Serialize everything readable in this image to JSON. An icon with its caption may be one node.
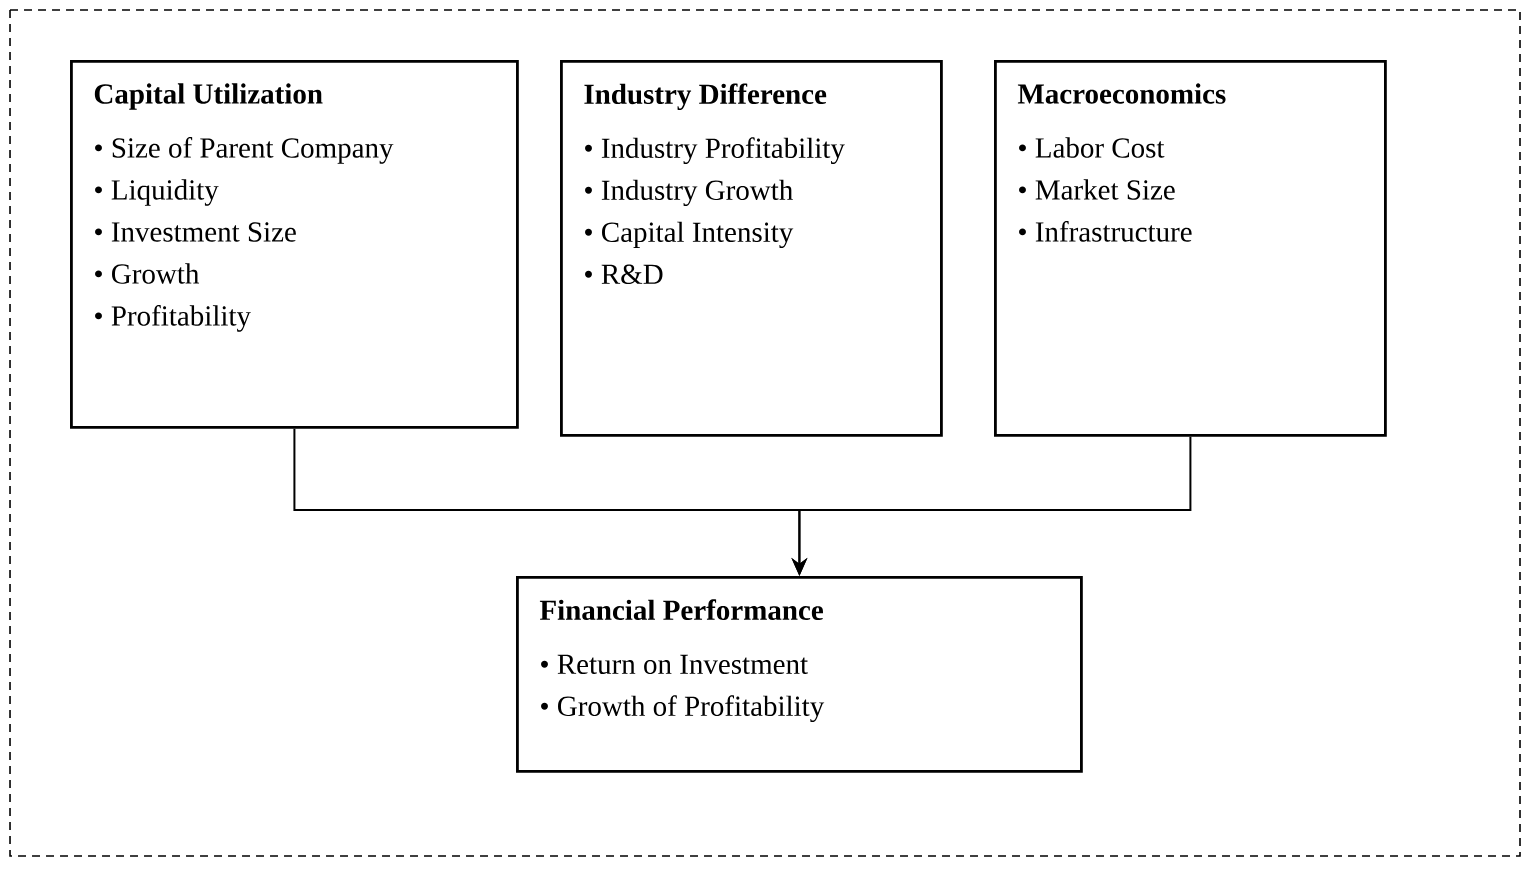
{
  "diagram": {
    "nodes": [
      {
        "text": [
          "Capital Utilization",
          "• Size of Parent Company",
          "• Liquidity",
          "• Investment Size",
          "• Growth",
          "• Profitability"
        ]
      },
      {
        "text": [
          "Industry Difference",
          "• Industry Profitability",
          "• Industry Growth",
          "• Capital Intensity",
          "• R&D"
        ]
      },
      {
        "text": [
          "Macroeconomics",
          "• Labor Cost",
          "• Market Size",
          "• Infrastructure"
        ]
      },
      {
        "text": [
          "Financial Performance",
          "• Return on Investment",
          "• Growth of Profitability"
        ]
      }
    ],
    "edges": [
      {
        "from": 0,
        "to": 3,
        "arrow": "to"
      },
      {
        "from": 2,
        "to": 3,
        "arrow": "to"
      }
    ]
  }
}
